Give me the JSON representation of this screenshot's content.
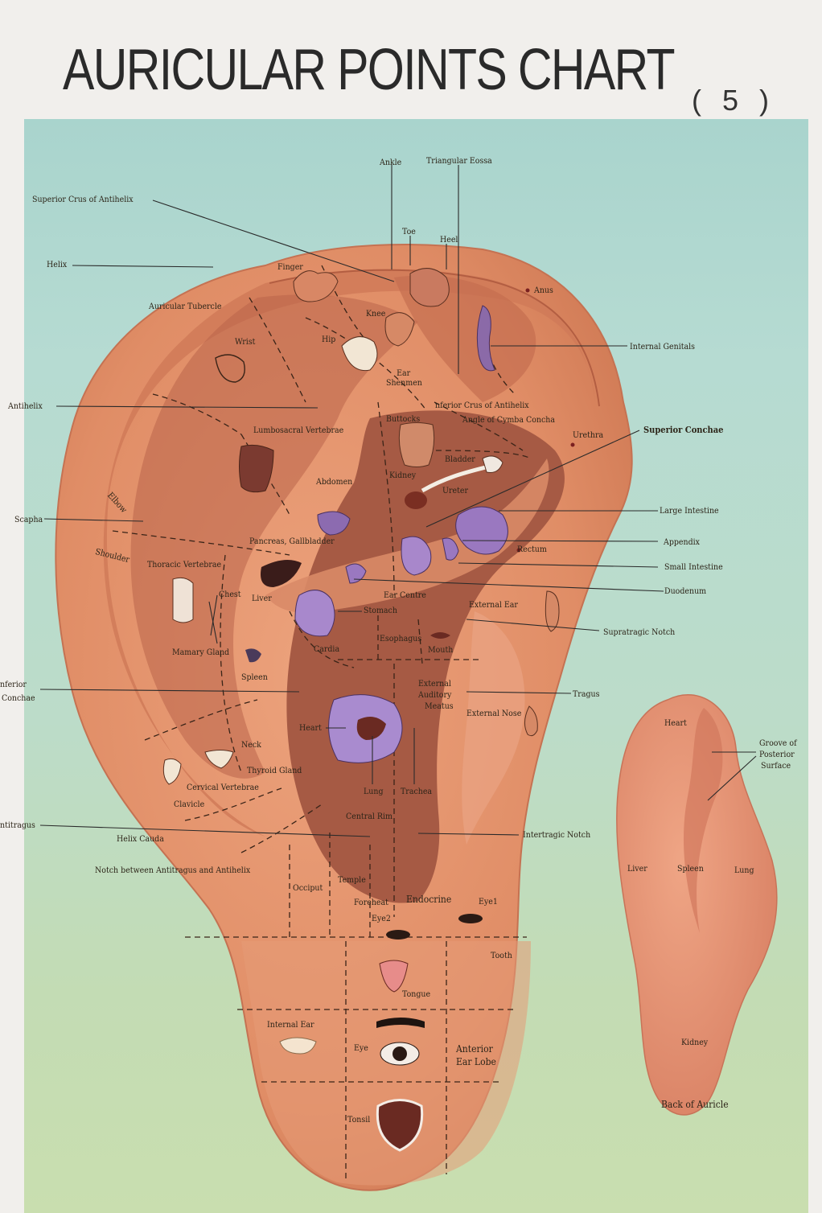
{
  "header": {
    "title": "AURICULAR POINTS CHART",
    "plate_number": "( 5 )"
  },
  "colors": {
    "background_panel": "#b6dbd2",
    "ear_skin": "#e2936c",
    "ear_shadow": "#c06f4f",
    "concha": "#a65a44",
    "organ_purple": "#9a78c0",
    "leader_line": "#2a2a2a"
  },
  "front_labels": {
    "ankle": "Ankle",
    "triangular_fossa": "Triangular Eossa",
    "superior_crus": "Superior Crus of Antihelix",
    "toe": "Toe",
    "heel": "Heel",
    "helix": "Helix",
    "finger": "Finger",
    "anus": "Anus",
    "auricular_tubercle": "Auricular Tubercle",
    "knee": "Knee",
    "internal_genitals": "Internal Genitals",
    "wrist": "Wrist",
    "hip": "Hip",
    "ear_shenmen": "Ear Shenmen",
    "antihelix": "Antihelix",
    "inferior_crus": "nferior Crus of Antihelix",
    "angle_cymba": "Angle of Cymba Concha",
    "buttocks": "Buttocks",
    "lumbosacral": "Lumbosacral Vertebrae",
    "superior_conchae": "Superior Conchae",
    "urethra": "Urethra",
    "bladder": "Bladder",
    "kidney": "Kidney",
    "abdomen": "Abdomen",
    "ureter": "Ureter",
    "elbow": "Elbow",
    "scapha": "Scapha",
    "large_intestine": "Large Intestine",
    "pancreas": "Pancreas, Gallbladder",
    "appendix": "Appendix",
    "shoulder": "Shoulder",
    "rectum": "Rectum",
    "thoracic": "Thoracic Vertebrae",
    "small_intestine": "Small Intestine",
    "chest": "Chest",
    "liver": "Liver",
    "duodenum": "Duodenum",
    "ear_centre": "Ear Centre",
    "external_ear": "External Ear",
    "stomach": "Stomach",
    "supratragic": "Supratragic Notch",
    "mamary": "Mamary Gland",
    "cardia": "Cardia",
    "esophagus": "Esophagus",
    "mouth": "Mouth",
    "spleen": "Spleen",
    "inferior_conchae_1": "nferior",
    "inferior_conchae_2": "Conchae",
    "external_auditory_1": "External",
    "external_auditory_2": "Auditory",
    "external_auditory_3": "Meatus",
    "tragus": "Tragus",
    "external_nose": "External Nose",
    "heart": "Heart",
    "neck": "Neck",
    "thyroid": "Thyroid Gland",
    "cervical": "Cervical Vertebrae",
    "lung": "Lung",
    "trachea": "Trachea",
    "clavicle": "Clavicle",
    "antitragus": "ntitragus",
    "central_rim": "Central Rim",
    "intertragic": "Intertragic Notch",
    "helix_cauda": "Helix Cauda",
    "notch_between": "Notch between Antitragus and Antihelix",
    "occiput": "Occiput",
    "temple": "Temple",
    "forehead": "Foreheat",
    "endocrine": "Endocrine",
    "eye1": "Eye1",
    "eye2": "Eye2",
    "tooth": "Tooth",
    "tongue": "Tongue",
    "internal_ear": "Internal Ear",
    "eye": "Eye",
    "anterior_lobe_1": "Anterior",
    "anterior_lobe_2": "Ear Lobe",
    "tonsil": "Tonsil"
  },
  "back_labels": {
    "heart": "Heart",
    "groove_1": "Groove of",
    "groove_2": "Posterior",
    "groove_3": "Surface",
    "liver": "Liver",
    "spleen": "Spleen",
    "lung": "Lung",
    "kidney": "Kidney",
    "caption": "Back of Auricle"
  }
}
